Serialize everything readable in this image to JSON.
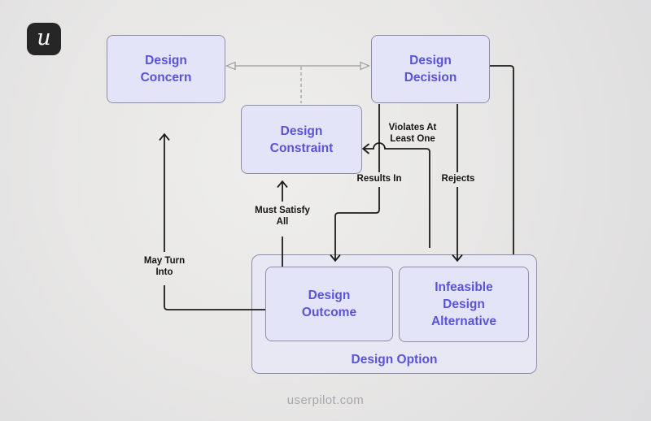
{
  "logo": {
    "letter": "u"
  },
  "watermark": "userpilot.com",
  "diagram": {
    "nodes": {
      "concern": "Design Concern",
      "decision": "Design Decision",
      "constraint": "Design Constraint",
      "outcome": "Design Outcome",
      "infeasible": "Infeasible Design Alternative",
      "option": "Design Option"
    },
    "edges": {
      "violates": [
        "Violates At",
        "Least One"
      ],
      "results_in": [
        "Results In"
      ],
      "rejects": [
        "Rejects"
      ],
      "must_satisfy": [
        "Must Satisfy",
        "All"
      ],
      "may_turn_into": [
        "May Turn",
        "Into"
      ]
    },
    "colors": {
      "accent_text": "#5a53da",
      "node_fill": "#e3e4f8",
      "container_fill": "#e7e8f4",
      "node_border": "#8d8ea6",
      "connector_black": "#1c1c1c",
      "connector_gray": "#9a9aa0",
      "logo_background": "#262626",
      "watermark_gray": "#a7a7ab"
    }
  }
}
